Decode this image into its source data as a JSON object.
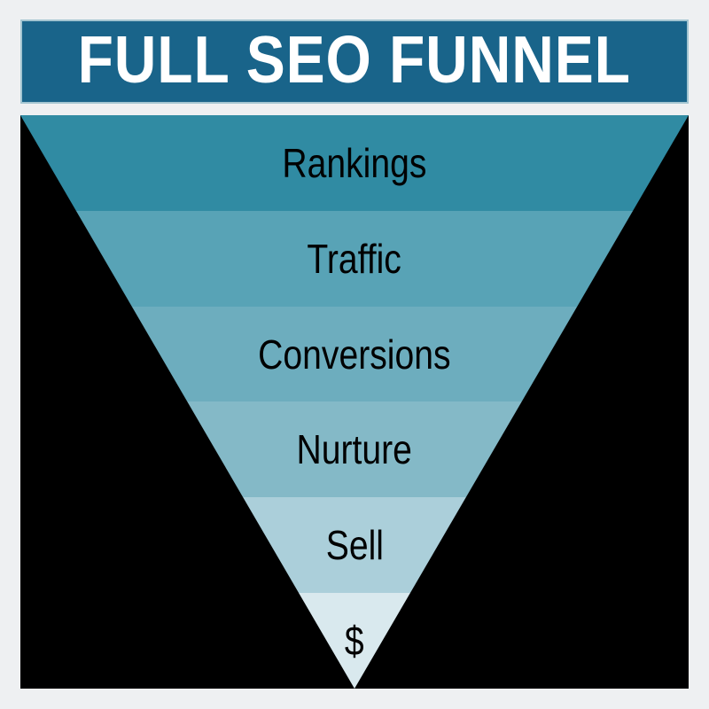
{
  "page": {
    "background": "#eef0f2",
    "panel_background": "#000000"
  },
  "header": {
    "title": "FULL SEO FUNNEL",
    "background": "#19648a",
    "border": "#a3c5d1",
    "text_color": "#ffffff"
  },
  "funnel": {
    "label_color": "#000000",
    "stages": [
      {
        "label": "Rankings",
        "color": "#308ba3"
      },
      {
        "label": "Traffic",
        "color": "#58a3b6"
      },
      {
        "label": "Conversions",
        "color": "#6dadbe"
      },
      {
        "label": "Nurture",
        "color": "#84b9c7"
      },
      {
        "label": "Sell",
        "color": "#abcfda"
      },
      {
        "label": "$",
        "color": "#d9e9ee"
      }
    ]
  }
}
